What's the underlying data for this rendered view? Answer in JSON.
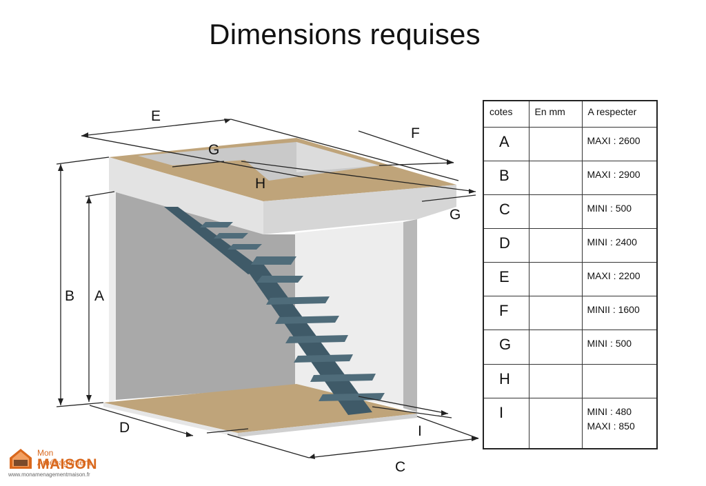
{
  "title": "Dimensions requises",
  "labels": {
    "A": "A",
    "B": "B",
    "C": "C",
    "D": "D",
    "E": "E",
    "F": "F",
    "G_top": "G",
    "G_right": "G",
    "H": "H",
    "I": "I"
  },
  "table": {
    "headers": [
      "cotes",
      "En mm",
      "A respecter"
    ],
    "rows": [
      {
        "cote": "A",
        "mm": "",
        "rule": [
          "MAXI : 2600"
        ]
      },
      {
        "cote": "B",
        "mm": "",
        "rule": [
          "MAXI : 2900"
        ]
      },
      {
        "cote": "C",
        "mm": "",
        "rule": [
          "MINI : 500"
        ]
      },
      {
        "cote": "D",
        "mm": "",
        "rule": [
          "MINI : 2400"
        ]
      },
      {
        "cote": "E",
        "mm": "",
        "rule": [
          "MAXI : 2200"
        ]
      },
      {
        "cote": "F",
        "mm": "",
        "rule": [
          "MINII : 1600"
        ]
      },
      {
        "cote": "G",
        "mm": "",
        "rule": [
          "MINI : 500"
        ]
      },
      {
        "cote": "H",
        "mm": "",
        "rule": []
      },
      {
        "cote": "I",
        "mm": "",
        "rule": [
          "MINI : 480",
          "MAXI : 850"
        ]
      }
    ]
  },
  "logo": {
    "line1": "Mon Aménagement",
    "line2": "MAISON",
    "url": "www.monamenagementmaison.fr"
  },
  "colors": {
    "floor": "#bfa47a",
    "wall_light": "#ededed",
    "wall_mid": "#c9c9c9",
    "wall_dark": "#a9a9a9",
    "stair": "#3f5a68",
    "logo": "#d9681d"
  }
}
